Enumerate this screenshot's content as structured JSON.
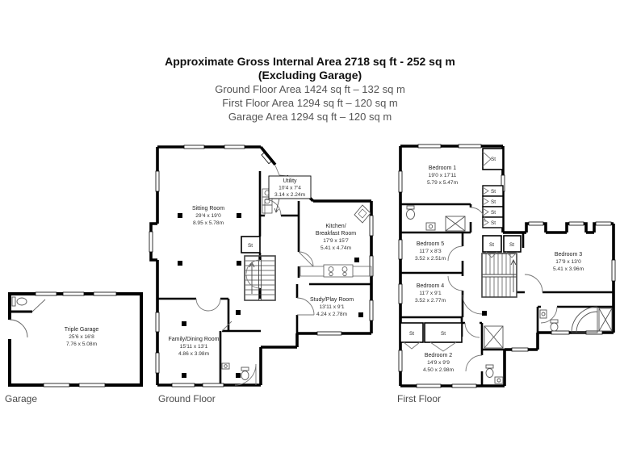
{
  "header": {
    "line1": "Approximate Gross Internal Area 2718 sq ft - 252 sq m",
    "line2": "(Excluding Garage)",
    "line3": "Ground Floor Area 1424 sq ft – 132 sq m",
    "line4": "First Floor Area 1294 sq ft – 120 sq m",
    "line5": "Garage Area 1294 sq ft – 120 sq m"
  },
  "labels": {
    "storage": "St"
  },
  "colors": {
    "wall": "#000000",
    "thin_line": "#666666",
    "background": "#ffffff",
    "sub_text": "#555555"
  },
  "floors": {
    "garage": {
      "label": "Garage",
      "rooms": {
        "triple_garage": {
          "name": "Triple Garage",
          "imperial": "25'6 x 16'8",
          "metric": "7.76 x 5.08m"
        }
      }
    },
    "ground": {
      "label": "Ground Floor",
      "rooms": {
        "sitting": {
          "name": "Sitting Room",
          "imperial": "29'4 x 19'0",
          "metric": "8.95 x 5.78m"
        },
        "utility": {
          "name": "Utility",
          "imperial": "10'4 x 7'4",
          "metric": "3.14 x 2.24m"
        },
        "kitchen": {
          "name_line1": "Kitchen/",
          "name_line2": "Breakfast Room",
          "imperial": "17'9 x 15'7",
          "metric": "5.41 x 4.74m"
        },
        "study": {
          "name": "Study/Play Room",
          "imperial": "13'11 x 9'1",
          "metric": "4.24 x 2.78m"
        },
        "family": {
          "name": "Family/Dining Room",
          "imperial": "15'11 x 13'1",
          "metric": "4.86 x 3.98m"
        }
      }
    },
    "first": {
      "label": "First Floor",
      "rooms": {
        "bedroom1": {
          "name": "Bedroom 1",
          "imperial": "19'0 x 17'11",
          "metric": "5.79 x 5.47m"
        },
        "bedroom2": {
          "name": "Bedroom 2",
          "imperial": "14'9 x 9'9",
          "metric": "4.50 x 2.98m"
        },
        "bedroom3": {
          "name": "Bedroom 3",
          "imperial": "17'9 x 13'0",
          "metric": "5.41 x 3.96m"
        },
        "bedroom4": {
          "name": "Bedroom 4",
          "imperial": "11'7 x 9'1",
          "metric": "3.52 x 2.77m"
        },
        "bedroom5": {
          "name": "Bedroom 5",
          "imperial": "11'7 x 8'3",
          "metric": "3.52 x 2.51m"
        }
      }
    }
  }
}
